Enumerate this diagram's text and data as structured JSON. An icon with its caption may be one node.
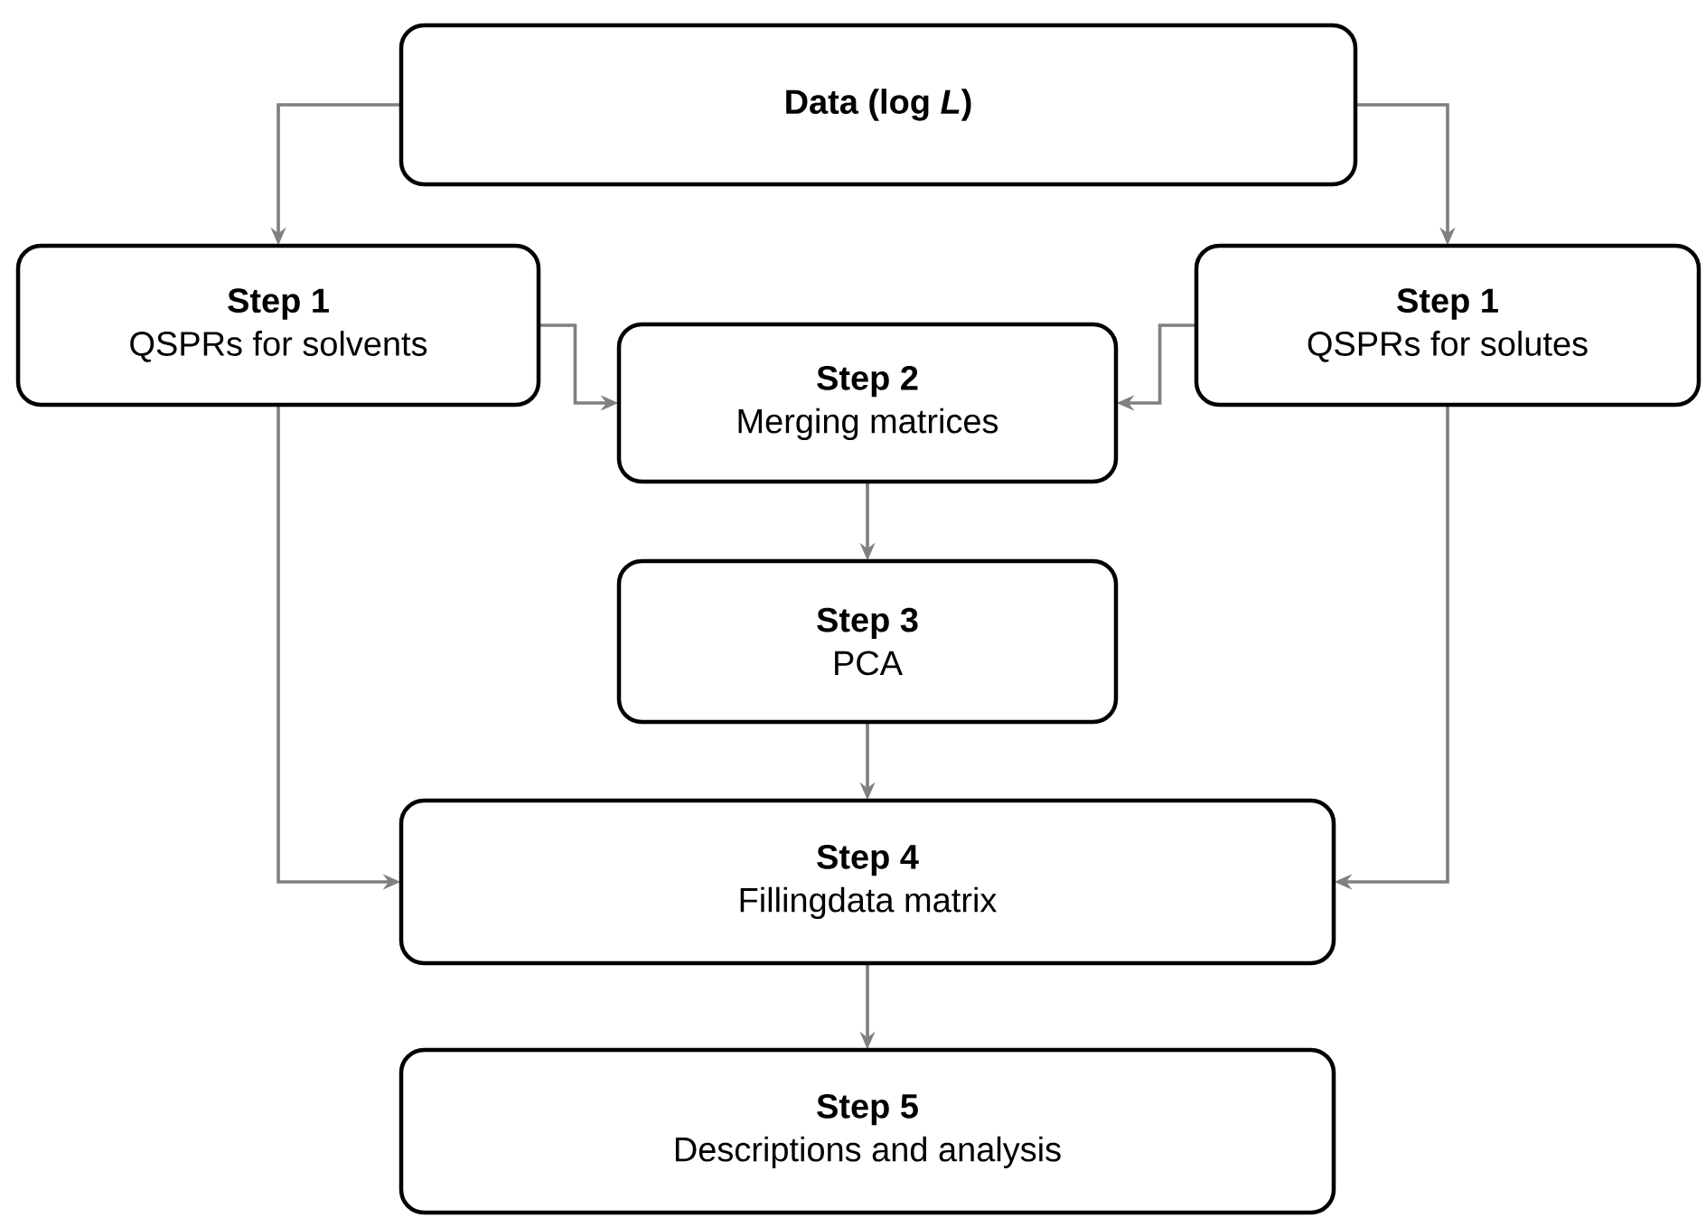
{
  "diagram": {
    "nodes": [
      {
        "text": [
          "Data (log *L*)"
        ]
      },
      {
        "text": [
          "Step 1",
          "QSPRs for solvents"
        ]
      },
      {
        "text": [
          "Step 1",
          "QSPRs for solutes"
        ]
      },
      {
        "text": [
          "Step 2",
          "Merging matrices"
        ]
      },
      {
        "text": [
          "Step 3",
          "PCA"
        ]
      },
      {
        "text": [
          "Step 4",
          "Fillingdata matrix"
        ]
      },
      {
        "text": [
          "Step 5",
          "Descriptions and analysis"
        ]
      }
    ],
    "edges": [
      {
        "from": 0,
        "to": 1,
        "arrow": "to"
      },
      {
        "from": 0,
        "to": 2,
        "arrow": "to"
      },
      {
        "from": 1,
        "to": 3,
        "arrow": "to"
      },
      {
        "from": 2,
        "to": 3,
        "arrow": "to"
      },
      {
        "from": 3,
        "to": 4,
        "arrow": "to"
      },
      {
        "from": 1,
        "to": 5,
        "arrow": "to"
      },
      {
        "from": 2,
        "to": 5,
        "arrow": "to"
      },
      {
        "from": 4,
        "to": 5,
        "arrow": "to"
      },
      {
        "from": 5,
        "to": 6,
        "arrow": "to"
      }
    ]
  }
}
